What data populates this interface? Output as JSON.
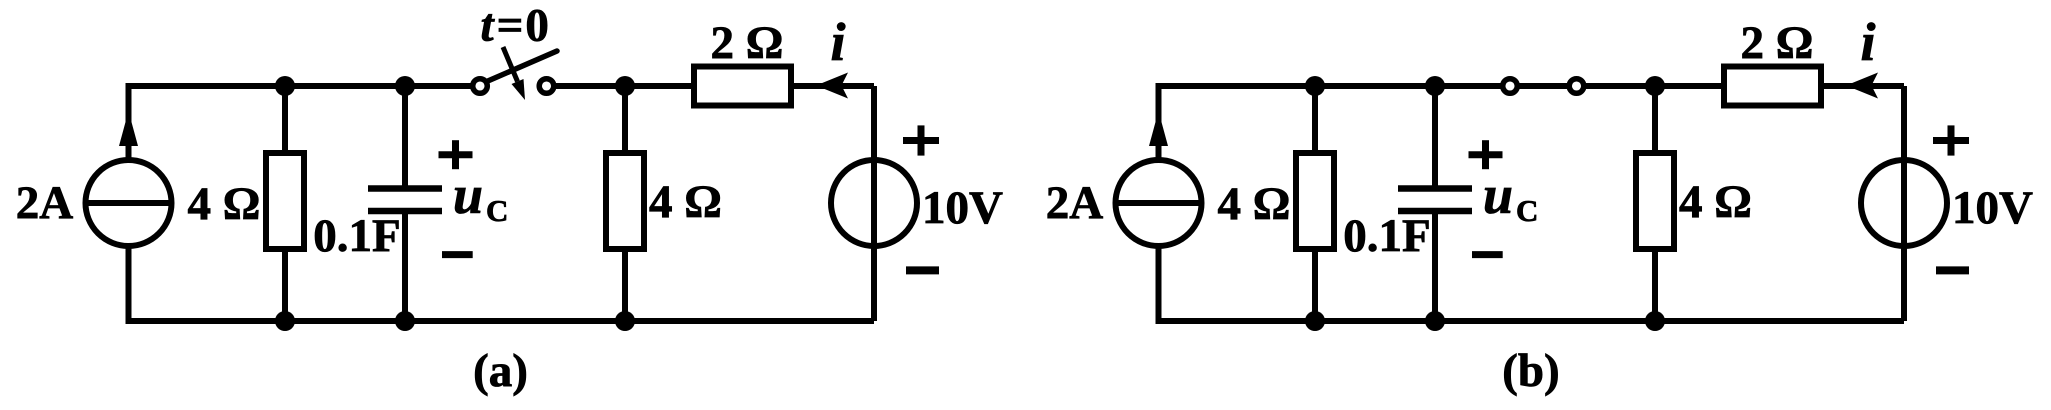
{
  "figure": {
    "background_color": "#ffffff",
    "ink_color": "#000000",
    "circuits": [
      {
        "caption": "(a)",
        "switch": {
          "label_t": "t",
          "label_eq": "=0",
          "state": "open-closing"
        },
        "labels": {
          "source_current": "2A",
          "left_resistor": "4 Ω",
          "capacitor_value": "0.1F",
          "capacitor_plus": "+",
          "capacitor_voltage": "u",
          "capacitor_voltage_sub": "C",
          "capacitor_minus": "−",
          "middle_resistor": "4 Ω",
          "top_resistor": "2 Ω",
          "branch_current": "i",
          "source_plus": "+",
          "source_voltage": "10V",
          "source_minus": "−"
        }
      },
      {
        "caption": "(b)",
        "switch": {
          "state": "closed"
        },
        "labels": {
          "source_current": "2A",
          "left_resistor": "4 Ω",
          "capacitor_value": "0.1F",
          "capacitor_plus": "+",
          "capacitor_voltage": "u",
          "capacitor_voltage_sub": "C",
          "capacitor_minus": "−",
          "middle_resistor": "4 Ω",
          "top_resistor": "2 Ω",
          "branch_current": "i",
          "source_plus": "+",
          "source_voltage": "10V",
          "source_minus": "−"
        }
      }
    ]
  }
}
